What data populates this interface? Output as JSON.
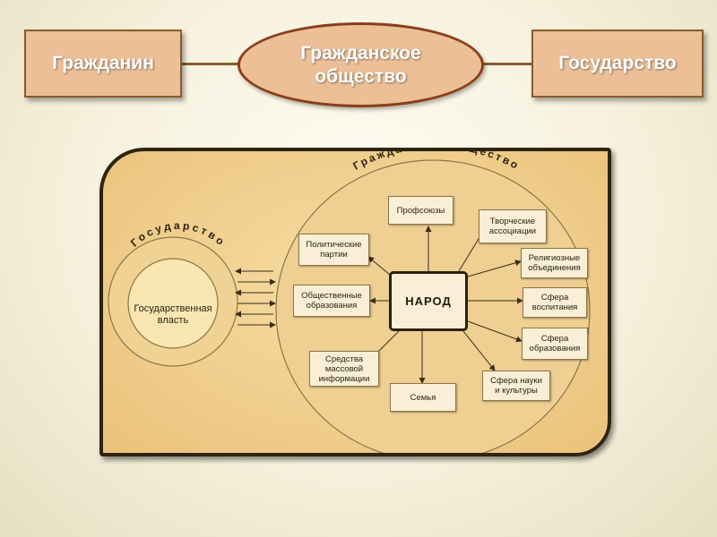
{
  "header": {
    "citizen": "Гражданин",
    "society": "Гражданское общество",
    "state": "Государство"
  },
  "panel": {
    "state_arc_label": "Государство",
    "gov_power": "Государственная власть",
    "society_arc_label": "Гражданское общество",
    "center": "НАРОД",
    "nodes": {
      "trade_unions": "Профсоюзы",
      "creative": "Творческие\nассоциации",
      "political": "Политические\nпартии",
      "religious": "Религиозные\nобъединения",
      "public_orgs": "Общественные\nобразования",
      "upbringing": "Сфера\nвоспитания",
      "education": "Сфера\nобразования",
      "media": "Средства\nмассовой\nинформации",
      "science": "Сфера науки\nи культуры",
      "family": "Семья"
    }
  },
  "colors": {
    "box_fill": "#ecbf97",
    "box_border": "#8a5a2c",
    "panel_fill": "#eac27a",
    "node_fill": "#f9efd6"
  }
}
